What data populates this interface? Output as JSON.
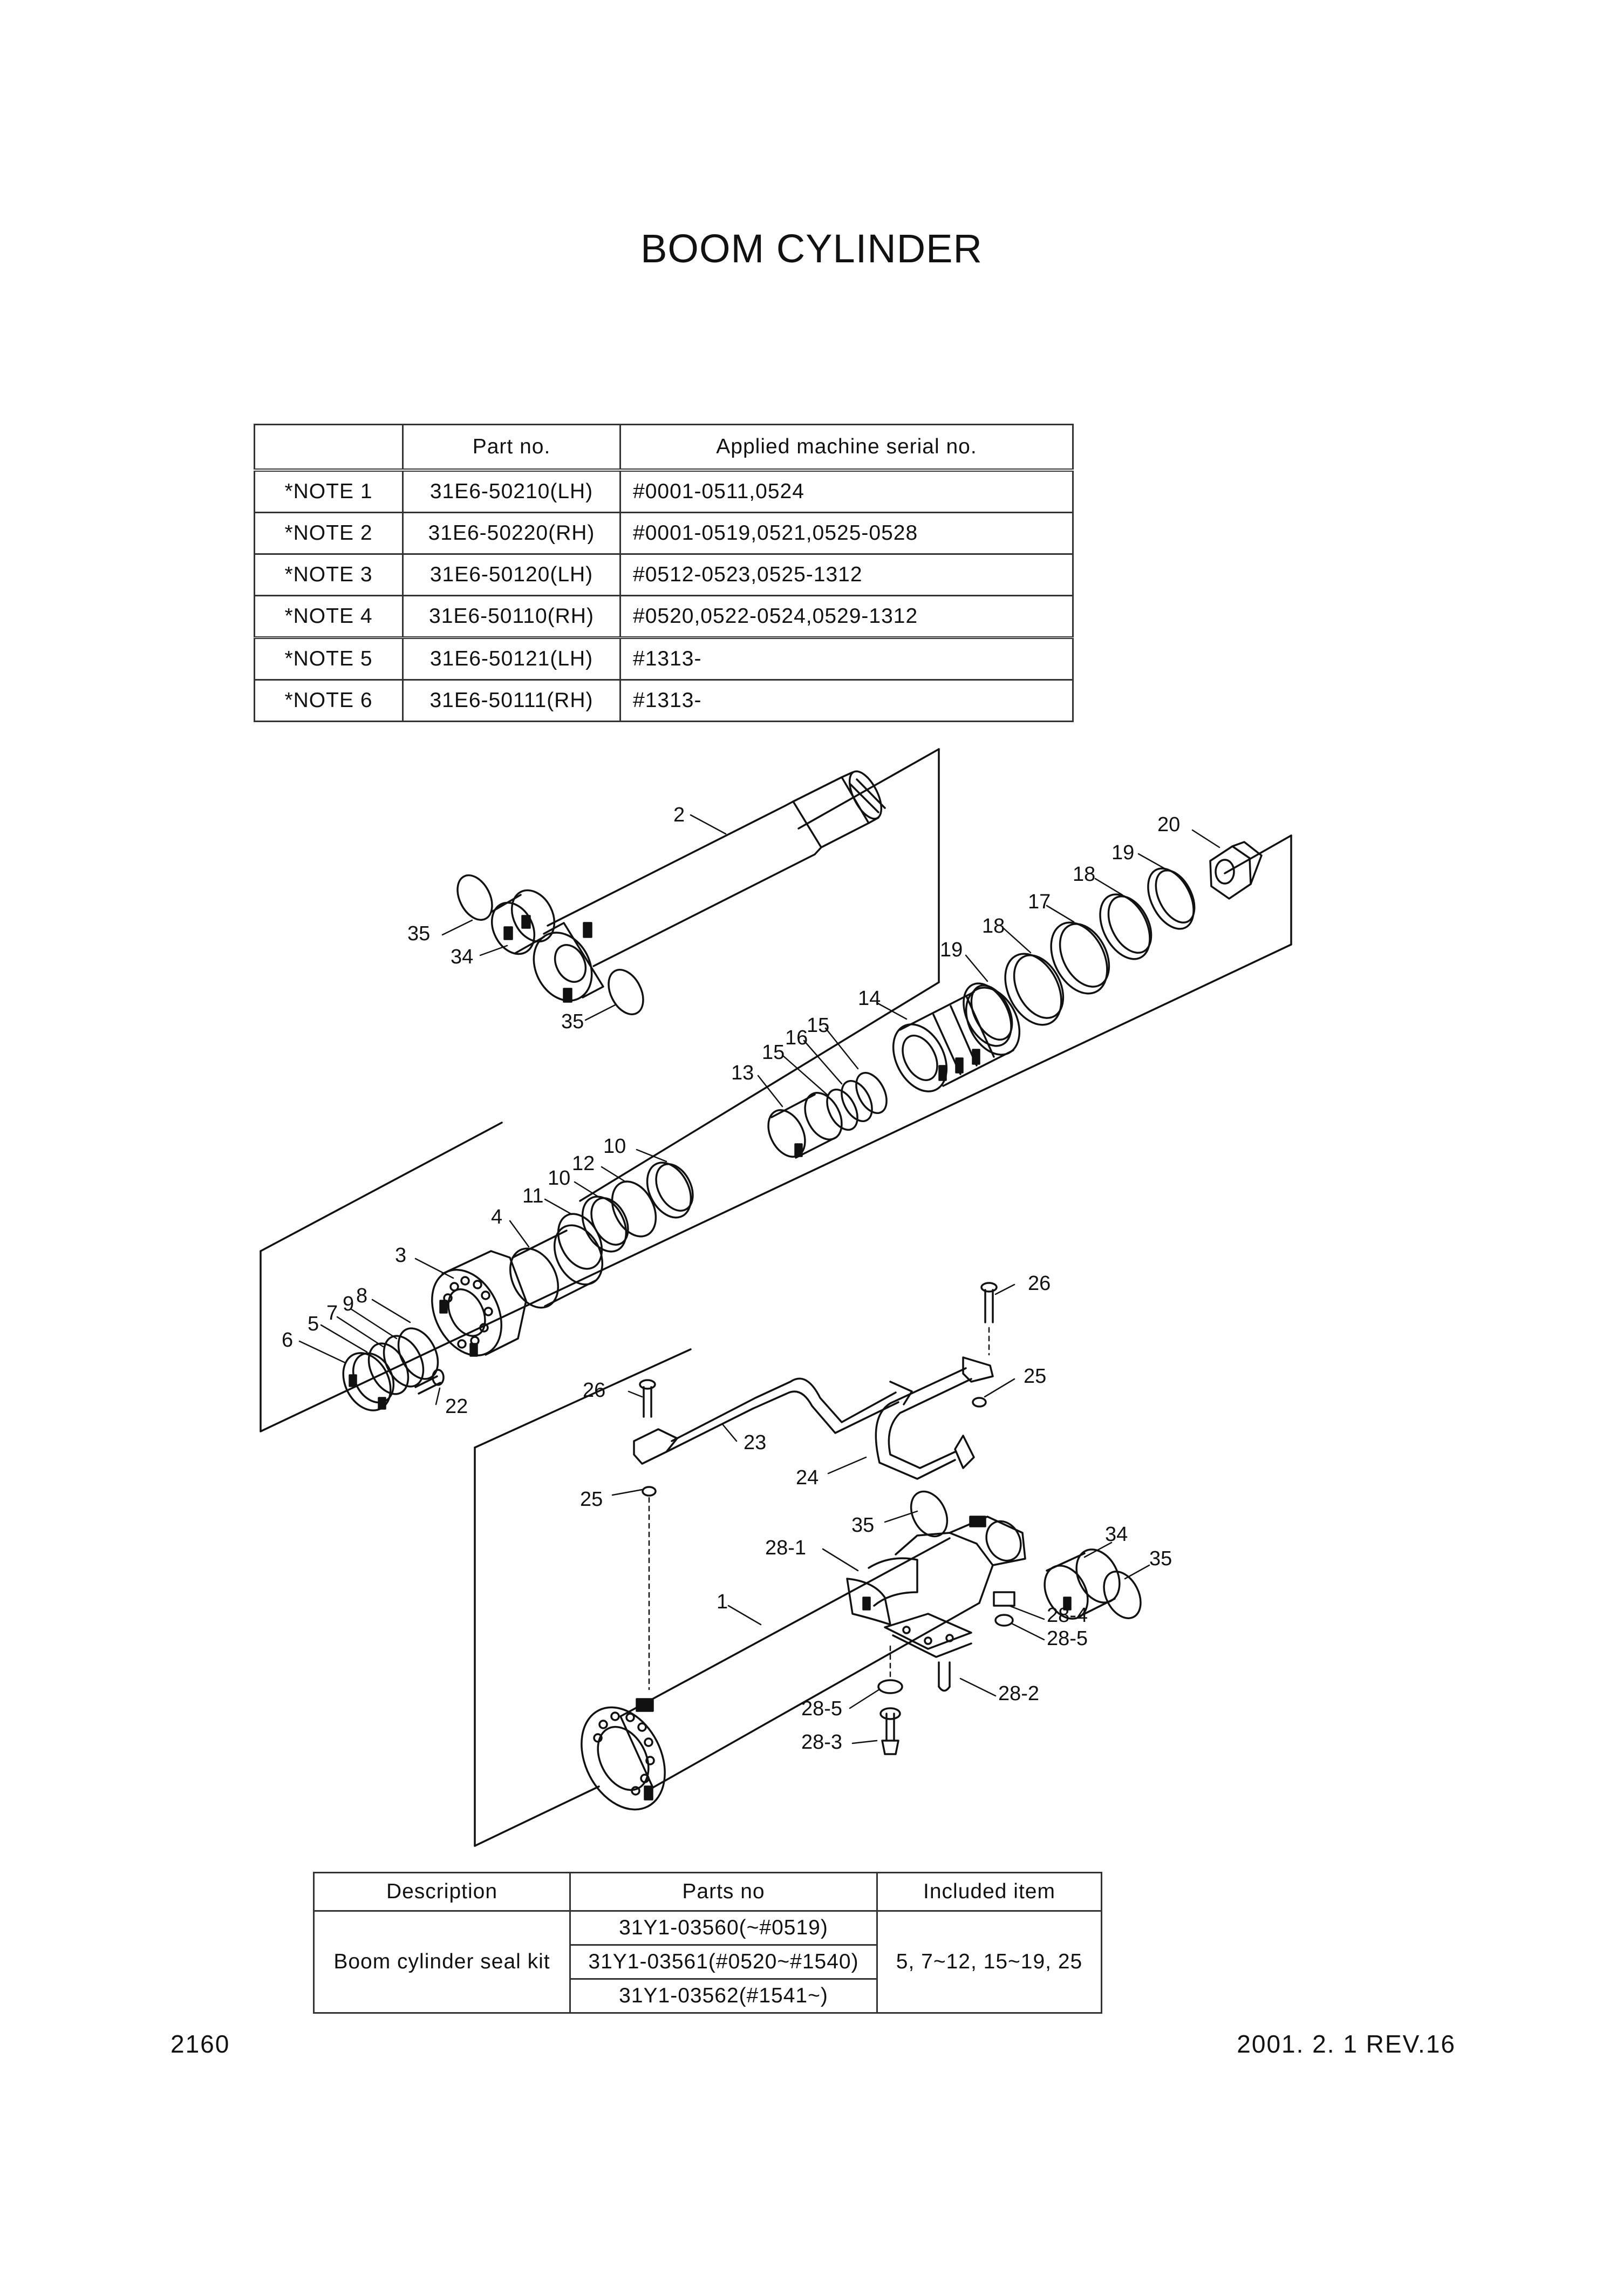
{
  "title": "BOOM CYLINDER",
  "serial_table": {
    "headers": [
      "",
      "Part no.",
      "Applied machine serial no."
    ],
    "rows": [
      {
        "note": "*NOTE 1",
        "part_no": "31E6-50210(LH)",
        "serial": "#0001-0511,0524"
      },
      {
        "note": "*NOTE 2",
        "part_no": "31E6-50220(RH)",
        "serial": "#0001-0519,0521,0525-0528"
      },
      {
        "note": "*NOTE 3",
        "part_no": "31E6-50120(LH)",
        "serial": "#0512-0523,0525-1312"
      },
      {
        "note": "*NOTE 4",
        "part_no": "31E6-50110(RH)",
        "serial": "#0520,0522-0524,0529-1312"
      },
      {
        "note": "*NOTE 5",
        "part_no": "31E6-50121(LH)",
        "serial": "#1313-"
      },
      {
        "note": "*NOTE 6",
        "part_no": "31E6-50111(RH)",
        "serial": "#1313-"
      }
    ]
  },
  "callouts": [
    "2",
    "35",
    "34",
    "35",
    "20",
    "19",
    "18",
    "17",
    "18",
    "19",
    "14",
    "15",
    "16",
    "15",
    "13",
    "10",
    "12",
    "10",
    "11",
    "4",
    "3",
    "8",
    "9",
    "7",
    "5",
    "6",
    "22",
    "26",
    "25",
    "26",
    "23",
    "24",
    "25",
    "35",
    "28-1",
    "34",
    "35",
    "1",
    "28-4",
    "28-5",
    "28-2",
    "28-5",
    "28-3"
  ],
  "kit_table": {
    "headers": [
      "Description",
      "Parts no",
      "Included item"
    ],
    "description": "Boom cylinder seal kit",
    "parts": [
      "31Y1-03560(~#0519)",
      "31Y1-03561(#0520~#1540)",
      "31Y1-03562(#1541~)"
    ],
    "included": "5, 7~12, 15~19, 25"
  },
  "footer": {
    "page_number": "2160",
    "revision": "2001. 2. 1 REV.16"
  }
}
